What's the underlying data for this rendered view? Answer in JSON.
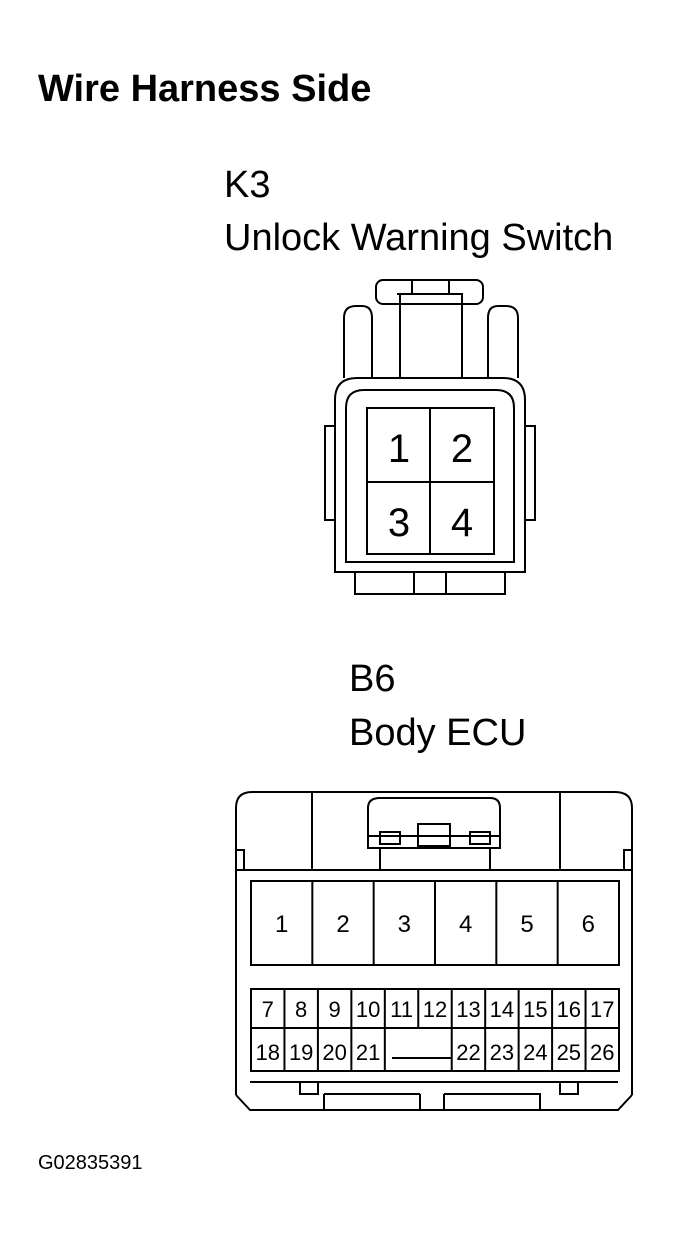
{
  "title": "Wire Harness Side",
  "connectors": {
    "k3": {
      "code": "K3",
      "name": "Unlock Warning Switch",
      "pins": [
        "1",
        "2",
        "3",
        "4"
      ]
    },
    "b6": {
      "code": "B6",
      "name": "Body ECU",
      "pins_large": [
        "1",
        "2",
        "3",
        "4",
        "5",
        "6"
      ],
      "pins_row1": [
        "7",
        "8",
        "9",
        "10",
        "11",
        "12",
        "13",
        "14",
        "15",
        "16",
        "17"
      ],
      "pins_row2_left": [
        "18",
        "19",
        "20",
        "21"
      ],
      "pins_row2_right": [
        "22",
        "23",
        "24",
        "25",
        "26"
      ]
    }
  },
  "figure_id": "G02835391",
  "colors": {
    "line": "#000000",
    "background": "#ffffff"
  }
}
